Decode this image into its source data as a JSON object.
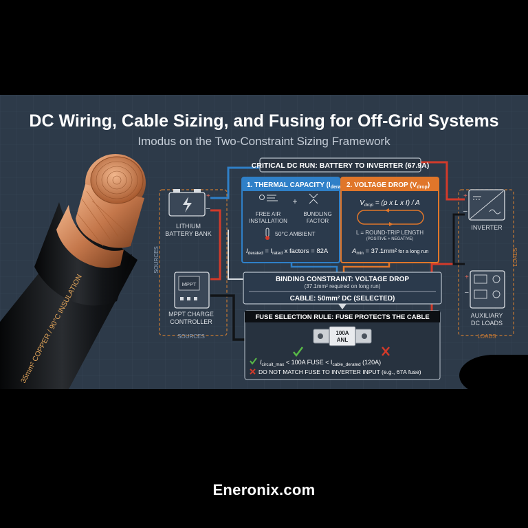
{
  "title": "DC Wiring, Cable Sizing, and Fusing for Off-Grid Systems",
  "subtitle": "Imodus on the Two-Constraint Sizing Framework",
  "cable_print": "35mm² COPPER / 90°C INSULATION",
  "critical_run": "CRITICAL DC RUN: BATTERY TO INVERTER (67.9A)",
  "thermal": {
    "heading": "1. THERMAL CAPACITY (I",
    "heading_sub": "derated",
    "heading_end": ")",
    "free_air_1": "FREE AIR",
    "free_air_2": "INSTALLATION",
    "plus": "+",
    "bundling_1": "BUNDLING",
    "bundling_2": "FACTOR",
    "ambient": "50°C AMBIENT",
    "formula_i1": "I",
    "formula_s1": "derated",
    "formula_eq": " = I",
    "formula_s2": "rated",
    "formula_end": " x factors = 82A"
  },
  "voltage": {
    "heading": "2. VOLTAGE DROP (V",
    "heading_sub": "drop",
    "heading_end": ")",
    "formula_v": "V",
    "formula_sub": "drop",
    "formula_rest": " = (ρ x L x I) / A",
    "length_1": "L = ROUND-TRIP LENGTH",
    "length_2": "(POSITIVE + NEGATIVE)",
    "amin_a": "A",
    "amin_sub": "min",
    "amin_val": " = 37.1mm²",
    "amin_note": " for a long run"
  },
  "binding": {
    "heading": "BINDING CONSTRAINT: VOLTAGE DROP",
    "note": "(37.1mm² required on long run)",
    "cable": "CABLE: 50mm² DC (SELECTED)"
  },
  "fuse": {
    "heading": "FUSE SELECTION RULE: FUSE PROTECTS THE CABLE",
    "rating": "100A",
    "type": "ANL",
    "rule_i": "I",
    "rule_s1": "circuit_max",
    "rule_mid": " < 100A FUSE < I",
    "rule_s2": "cable_derated",
    "rule_end": " (120A)",
    "warning": "DO NOT MATCH FUSE TO INVERTER INPUT (e.g., 67A fuse)"
  },
  "sources": {
    "battery_1": "LITHIUM",
    "battery_2": "BATTERY BANK",
    "mppt_screen": "MPPT",
    "mppt_1": "MPPT CHARGE",
    "mppt_2": "CONTROLLER",
    "side_label": "SOURCES",
    "bottom_label": "SOURCES"
  },
  "loads": {
    "inverter": "INVERTER",
    "aux_1": "AUXILIARY",
    "aux_2": "DC LOADS",
    "side_label": "LOADS",
    "bottom_label": "LOADS"
  },
  "terminals": {
    "plus": "+",
    "minus": "–"
  },
  "footer": "Eneronix.com",
  "colors": {
    "background": "#2d3a49",
    "thermal_blue": "#2f80c8",
    "voltage_orange": "#e0762a",
    "positive_red": "#d23a2a",
    "negative_black": "#121417",
    "copper": "#c4774b"
  }
}
